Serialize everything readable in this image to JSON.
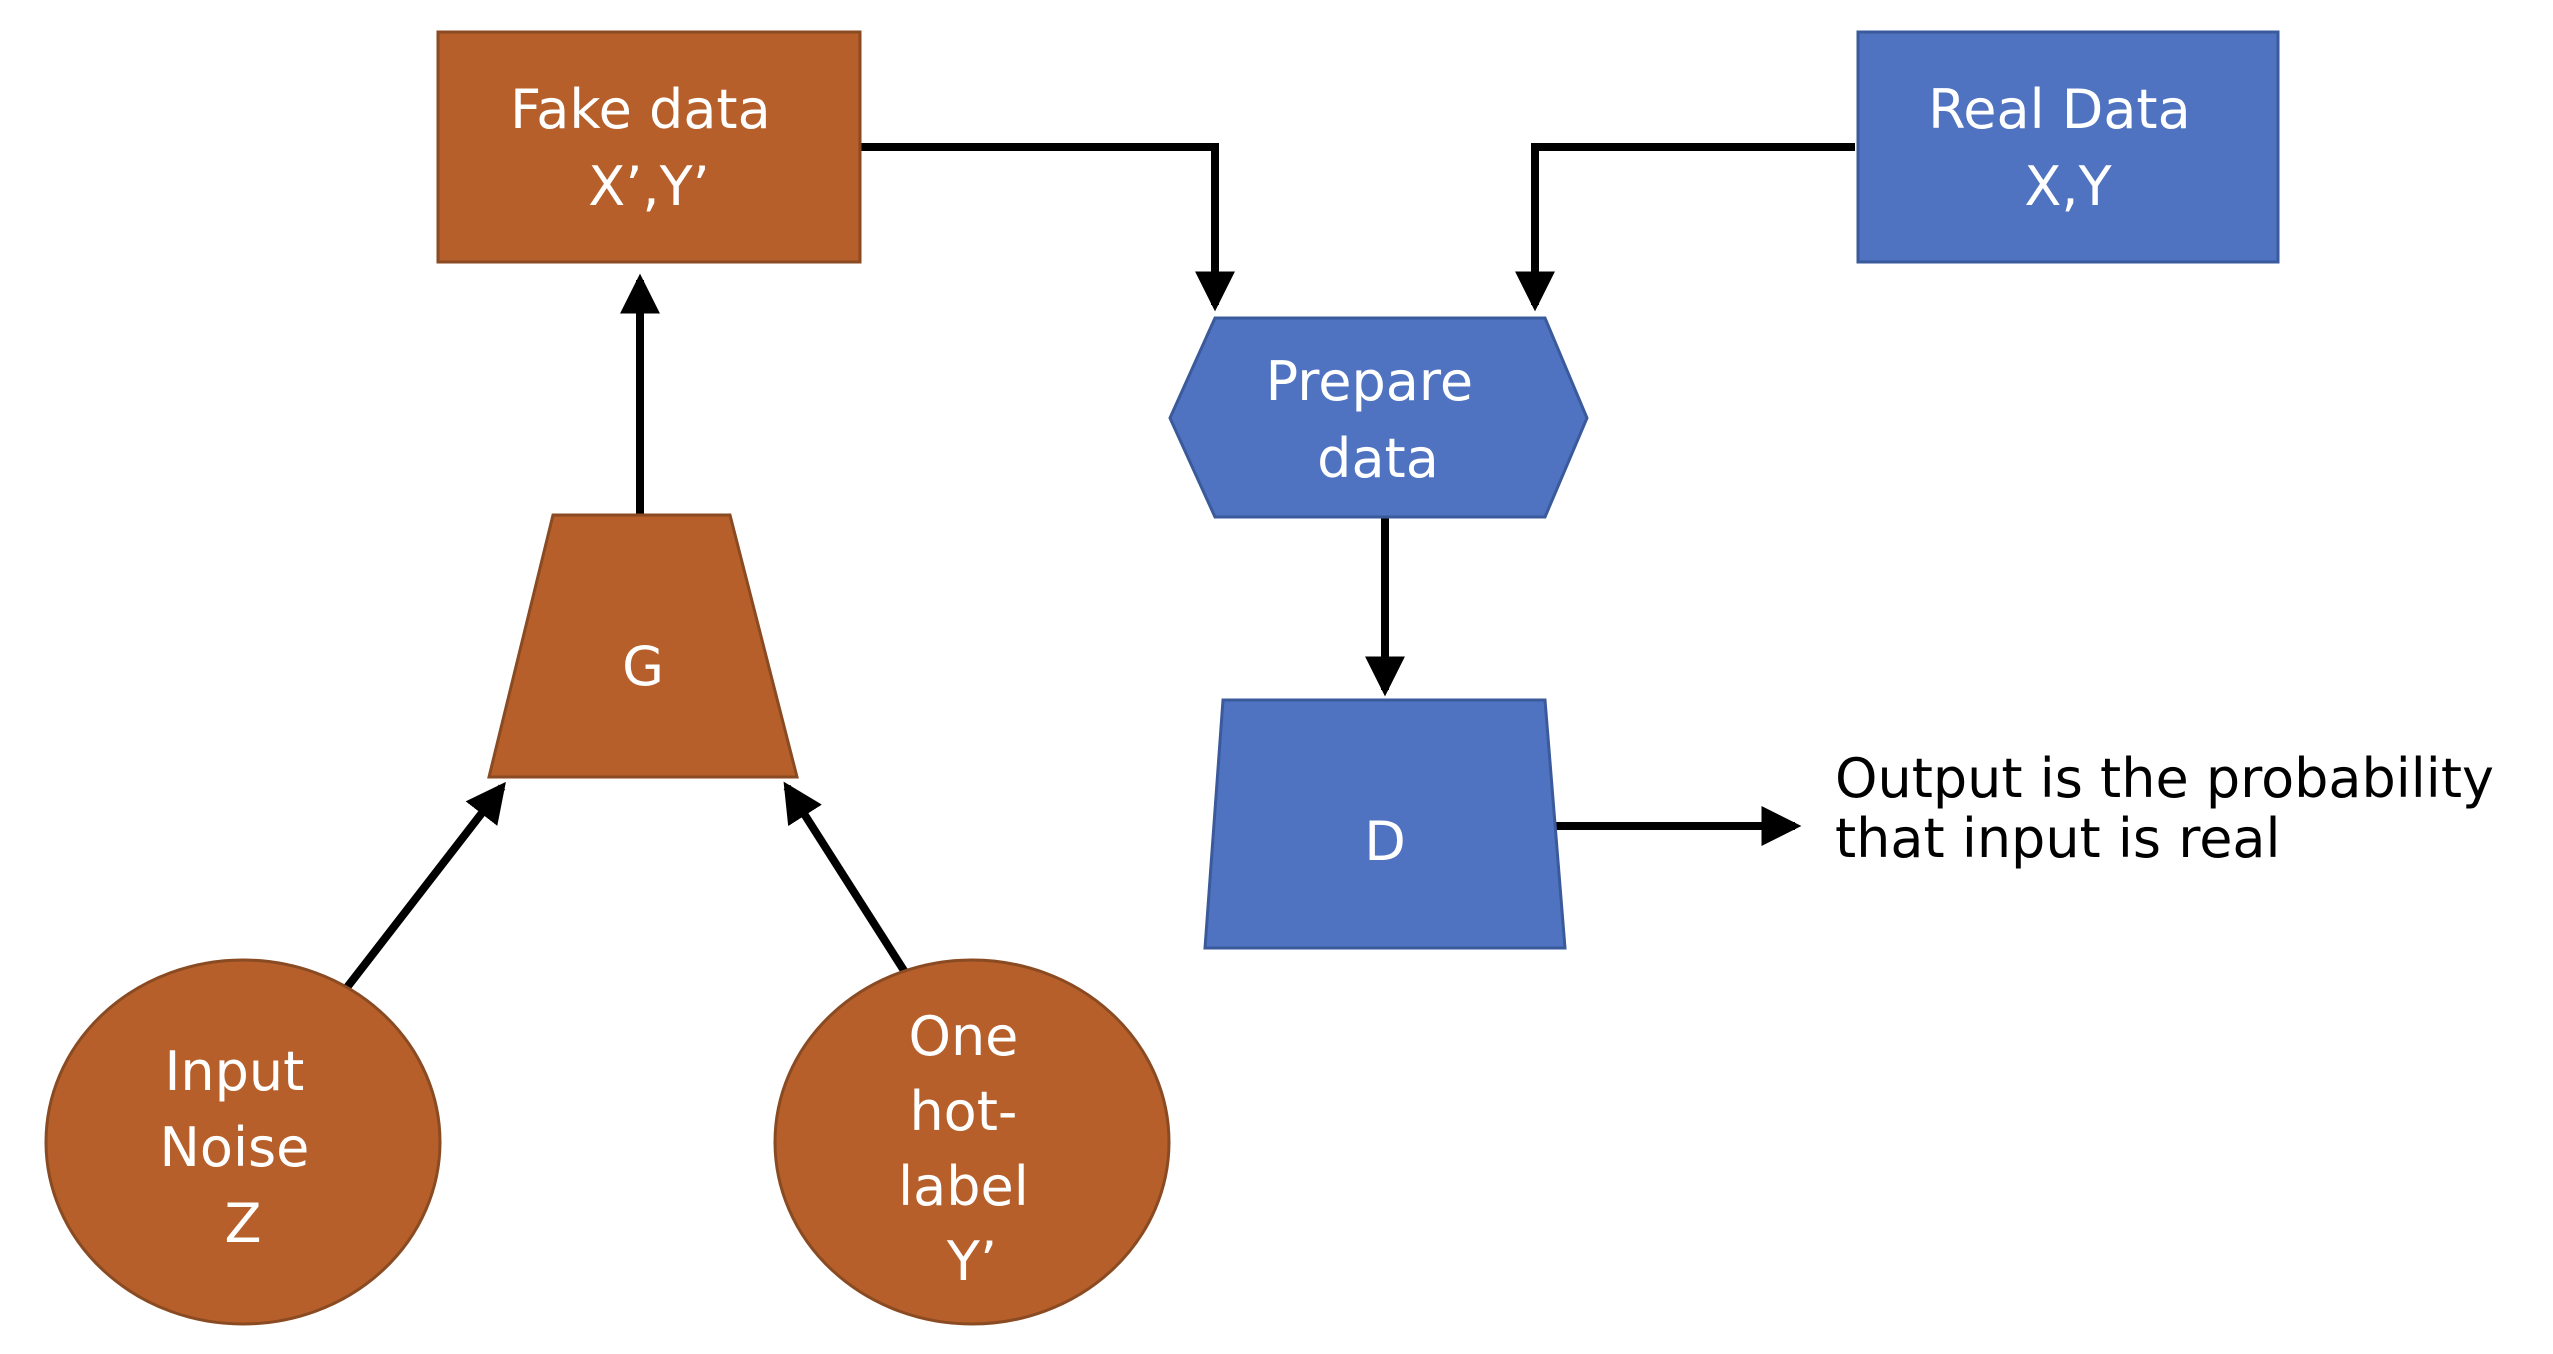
{
  "colors": {
    "generator_fill": "#B65F2A",
    "generator_stroke": "#8A4A22",
    "discriminator_fill": "#4F73C0",
    "discriminator_stroke": "#3A5A9C",
    "arrow": "#000000",
    "node_text": "#FFFFFF",
    "plain_text": "#000000"
  },
  "nodes": {
    "fake_data": {
      "lines": [
        "Fake data",
        "X’,Y’"
      ]
    },
    "real_data": {
      "lines": [
        "Real Data",
        "X,Y"
      ]
    },
    "prepare_data": {
      "lines": [
        "Prepare",
        "data"
      ]
    },
    "generator": {
      "lines": [
        "G"
      ]
    },
    "discriminator": {
      "lines": [
        "D"
      ]
    },
    "input_noise": {
      "lines": [
        "Input",
        "Noise",
        "Z"
      ]
    },
    "one_hot_label": {
      "lines": [
        "One",
        "hot-",
        "label",
        "Y’"
      ]
    }
  },
  "output_note": {
    "lines": [
      "Output is the probability",
      "that input is real"
    ]
  }
}
